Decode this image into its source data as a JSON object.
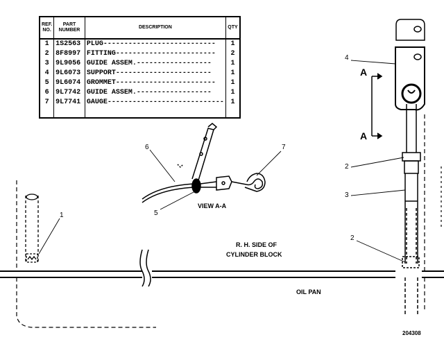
{
  "table": {
    "headers": {
      "ref": "REF. NO.",
      "part": "PART NUMBER",
      "desc": "DESCRIPTION",
      "qty": "QTY"
    },
    "rows": [
      {
        "ref": "1",
        "part": "1S2563",
        "desc": "PLUG---------------------------",
        "qty": "1"
      },
      {
        "ref": "2",
        "part": "8F8997",
        "desc": "FITTING------------------------",
        "qty": "2"
      },
      {
        "ref": "3",
        "part": "9L9056",
        "desc": "GUIDE ASSEM.------------------",
        "qty": "1"
      },
      {
        "ref": "4",
        "part": "9L6073",
        "desc": "SUPPORT-----------------------",
        "qty": "1"
      },
      {
        "ref": "5",
        "part": "9L6074",
        "desc": "GROMMET------------------------",
        "qty": "1"
      },
      {
        "ref": "6",
        "part": "9L7742",
        "desc": "GUIDE ASSEM.------------------",
        "qty": "1"
      },
      {
        "ref": "7",
        "part": "9L7741",
        "desc": "GAUGE----------------------------",
        "qty": "1"
      }
    ]
  },
  "labels": {
    "view_aa": "VIEW A-A",
    "rh_side_line1": "R. H. SIDE OF",
    "rh_side_line2": "CYLINDER BLOCK",
    "oil_pan": "OIL PAN",
    "figure_number": "204308",
    "section_a_top": "A",
    "section_a_bottom": "A"
  },
  "callouts": {
    "c1": "1",
    "c2a": "2",
    "c2b": "2",
    "c3": "3",
    "c4": "4",
    "c5": "5",
    "c6": "6",
    "c7": "7"
  }
}
